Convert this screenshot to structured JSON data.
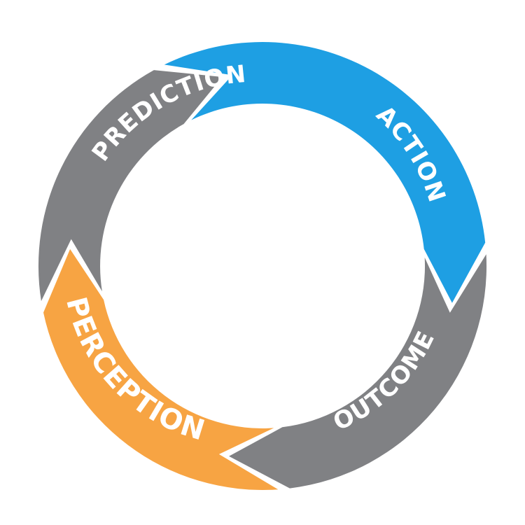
{
  "diagram": {
    "segments": [
      {
        "label": "PREDICTION",
        "color": "#808184"
      },
      {
        "label": "ACTION",
        "color": "#1e9fe3"
      },
      {
        "label": "OUTCOME",
        "color": "#808184"
      },
      {
        "label": "PERCEPTION",
        "color": "#f7a443"
      }
    ]
  }
}
